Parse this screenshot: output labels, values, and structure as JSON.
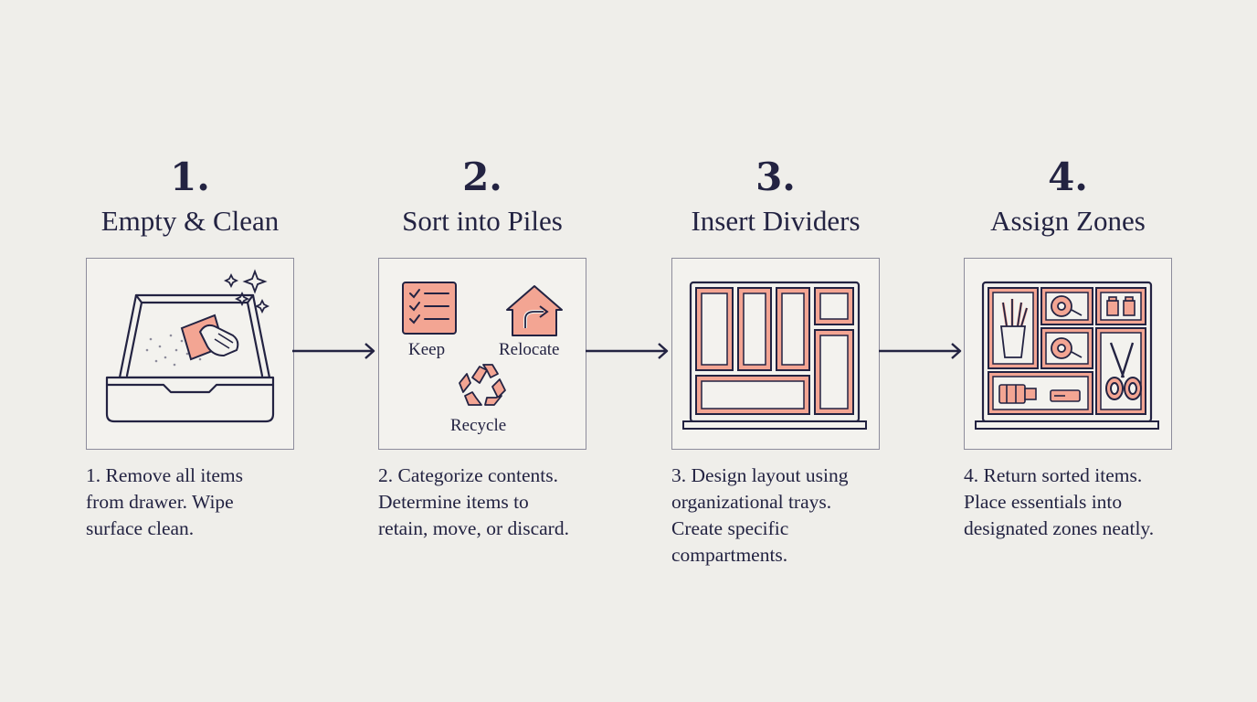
{
  "colors": {
    "background": "#efeeea",
    "ink": "#232342",
    "accent": "#f3a593",
    "panel_border": "#8d8c9c"
  },
  "steps": [
    {
      "number": "1.",
      "title": "Empty & Clean",
      "icon": "drawer-with-cleaning-cloth",
      "description": [
        "1. Remove all items",
        "from drawer. Wipe",
        "surface clean."
      ]
    },
    {
      "number": "2.",
      "title": "Sort into Piles",
      "icon": "sorting-piles",
      "piles": {
        "keep": "Keep",
        "relocate": "Relocate",
        "recycle": "Recycle"
      },
      "description": [
        "2. Categorize contents.",
        "Determine items to",
        "retain, move, or discard."
      ]
    },
    {
      "number": "3.",
      "title": "Insert Dividers",
      "icon": "drawer-dividers",
      "description": [
        "3. Design layout using",
        "organizational trays.",
        "Create specific",
        "compartments."
      ]
    },
    {
      "number": "4.",
      "title": "Assign Zones",
      "icon": "organized-drawer-zones",
      "description": [
        "4. Return sorted items.",
        "Place essentials into",
        "designated zones neatly."
      ]
    }
  ]
}
